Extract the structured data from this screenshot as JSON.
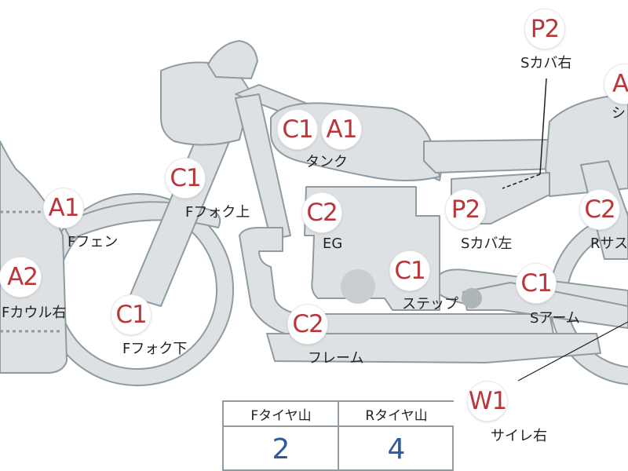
{
  "colors": {
    "bike_fill": "#dde1e3",
    "bike_stroke": "#8f9ba1",
    "marker_text": "#b7373a",
    "value_text": "#2d5c9c"
  },
  "parts": [
    {
      "id": "p2-right-cover",
      "code": "P2",
      "label": "Sカバ右"
    },
    {
      "id": "a-seat",
      "code": "A",
      "label": "シ"
    },
    {
      "id": "c1-tank",
      "code": "C1",
      "label": ""
    },
    {
      "id": "a1-tank",
      "code": "A1",
      "label": "タンク"
    },
    {
      "id": "c1-fork-upper",
      "code": "C1",
      "label": "Fフォク上"
    },
    {
      "id": "c2-engine",
      "code": "C2",
      "label": "EG"
    },
    {
      "id": "p2-left-cover",
      "code": "P2",
      "label": "Sカバ左"
    },
    {
      "id": "c2-rear-sus",
      "code": "C2",
      "label": "Rサス"
    },
    {
      "id": "a1-front-fender",
      "code": "A1",
      "label": "Fフェン"
    },
    {
      "id": "a2-front-cowl",
      "code": "A2",
      "label": "Fカウル右"
    },
    {
      "id": "c1-step",
      "code": "C1",
      "label": "ステップ"
    },
    {
      "id": "c1-swingarm",
      "code": "C1",
      "label": "Sアーム"
    },
    {
      "id": "c1-fork-lower",
      "code": "C1",
      "label": "Fフォク下"
    },
    {
      "id": "c2-frame",
      "code": "C2",
      "label": "フレーム"
    },
    {
      "id": "w1-muffler",
      "code": "W1",
      "label": "サイレ右"
    }
  ],
  "tire_table": {
    "front_header": "Fタイヤ山",
    "rear_header": "Rタイヤ山",
    "front_value": "2",
    "rear_value": "4"
  }
}
